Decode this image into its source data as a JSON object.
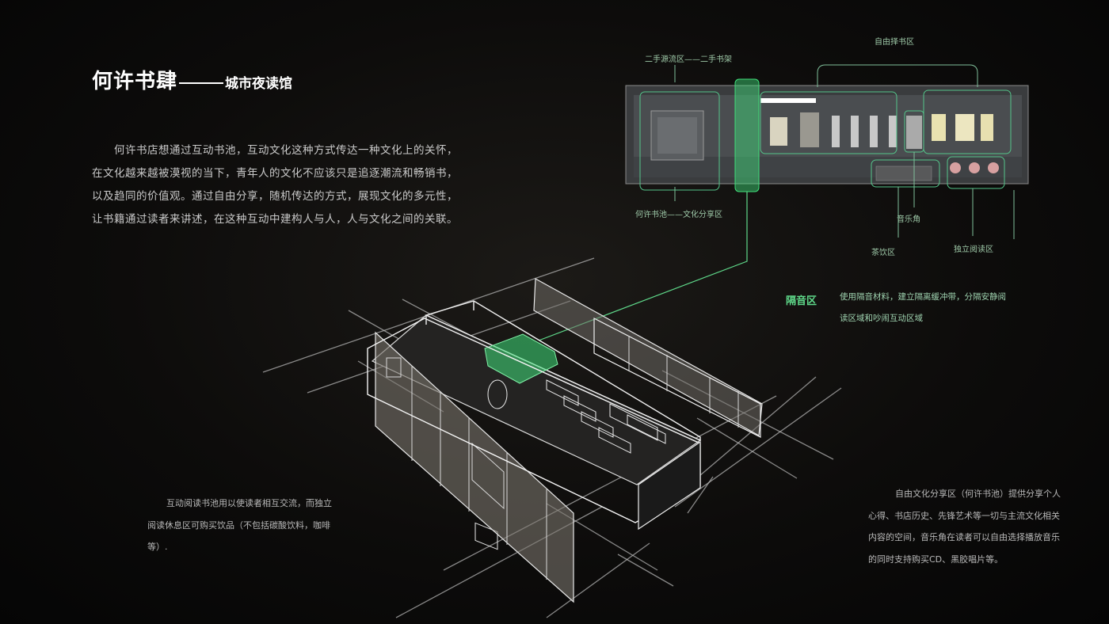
{
  "title": {
    "main": "何许书肆",
    "sub": "城市夜读馆"
  },
  "intro_text": "何许书店想通过互动书池，互动文化这种方式传达一种文化上的关怀，在文化越来越被漠视的当下，青年人的文化不应该只是追逐潮流和畅销书，以及趋同的价值观。通过自由分享，随机传达的方式，展现文化的多元性，让书籍通过读者来讲述，在这种互动中建构人与人，人与文化之间的关联。",
  "floor_plan_labels": {
    "secondhand": "二手源流区——二手书架",
    "free_swap": "自由择书区",
    "book_pool": "何许书池——文化分享区",
    "music": "音乐角",
    "tea": "茶饮区",
    "reading": "独立阅读区"
  },
  "isolation": {
    "label": "隔音区",
    "desc": "使用隔音材料，建立隔离缓冲带，分隔安静阅读区域和吵闹互动区域"
  },
  "note_left": "互动阅读书池用以使读者相互交流，而独立阅读休息区可购买饮品（不包括碳酸饮料，咖啡等）.",
  "note_right": "自由文化分享区（何许书池）提供分享个人心得、书店历史、先锋艺术等一切与主流文化相关内容的空间，音乐角在读者可以自由选择播放音乐的同时支持购买CD、黑胶唱片等。",
  "colors": {
    "accent_green": "#3fe07a",
    "line_green": "#6fd39a",
    "bg": "#0d0c0b"
  }
}
